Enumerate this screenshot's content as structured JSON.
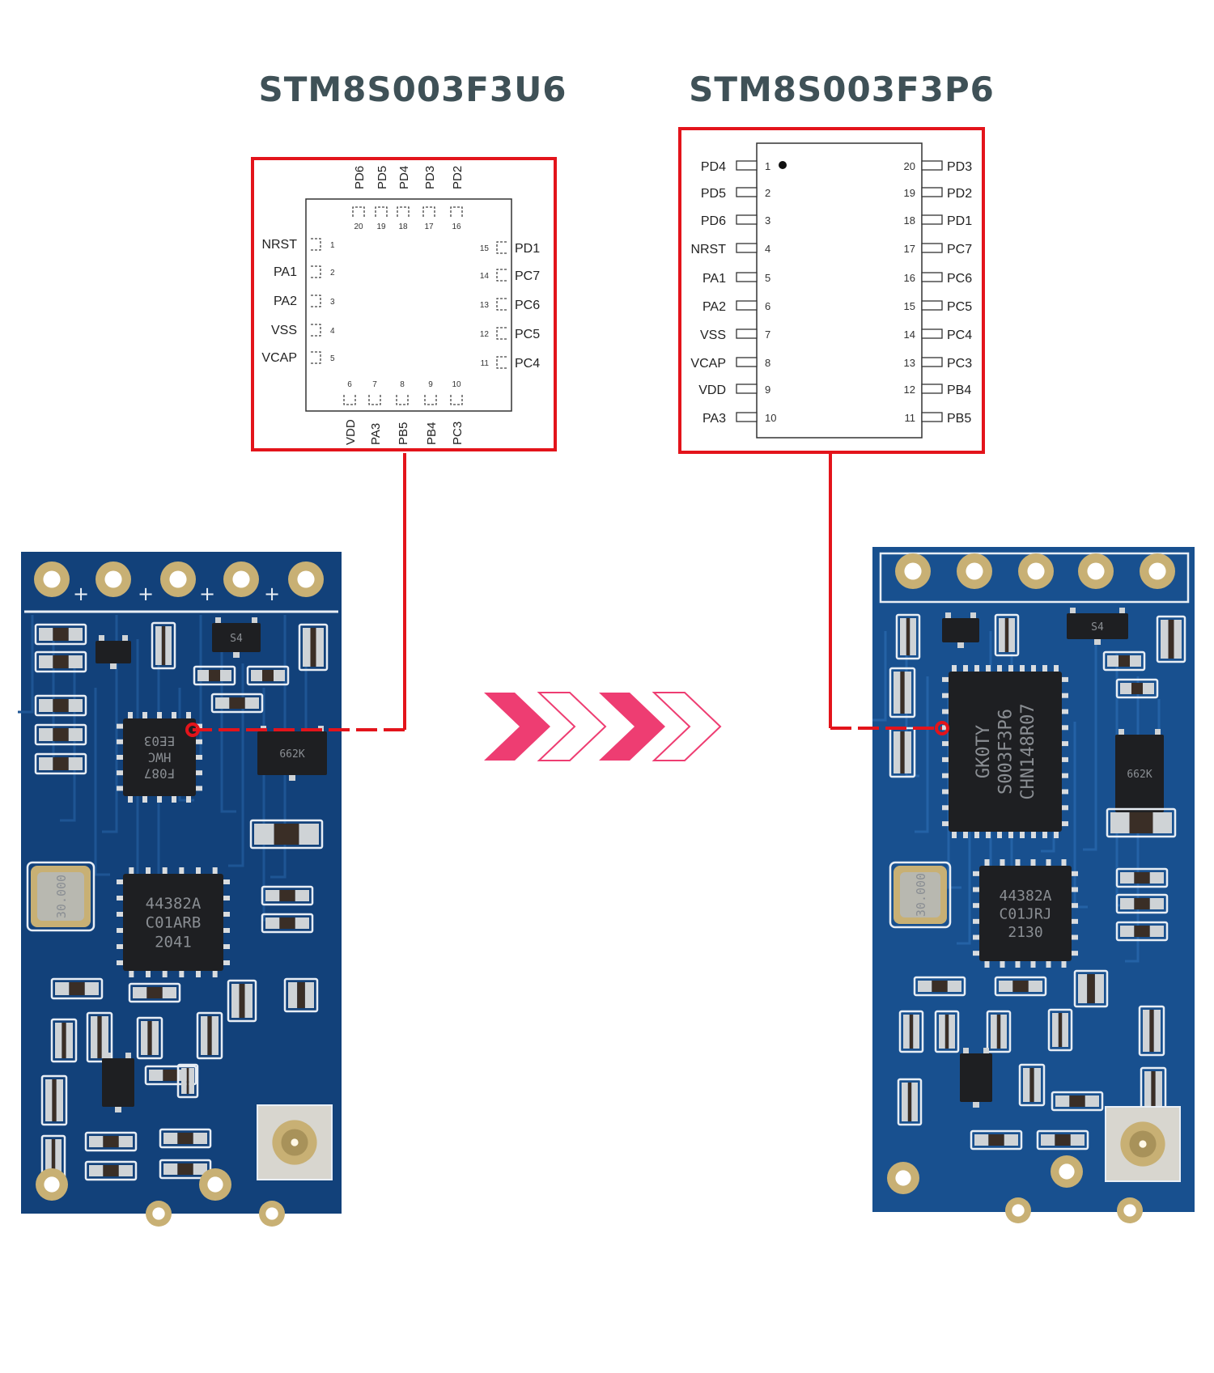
{
  "left": {
    "title": "STM8S003F3U6",
    "package": "qfn20",
    "pins_top": [
      {
        "num": "20",
        "label": "PD6"
      },
      {
        "num": "19",
        "label": "PD5"
      },
      {
        "num": "18",
        "label": "PD4"
      },
      {
        "num": "17",
        "label": "PD3"
      },
      {
        "num": "16",
        "label": "PD2"
      }
    ],
    "pins_left": [
      {
        "num": "1",
        "label": "NRST"
      },
      {
        "num": "2",
        "label": "PA1"
      },
      {
        "num": "3",
        "label": "PA2"
      },
      {
        "num": "4",
        "label": "VSS"
      },
      {
        "num": "5",
        "label": "VCAP"
      }
    ],
    "pins_right": [
      {
        "num": "15",
        "label": "PD1"
      },
      {
        "num": "14",
        "label": "PC7"
      },
      {
        "num": "13",
        "label": "PC6"
      },
      {
        "num": "12",
        "label": "PC5"
      },
      {
        "num": "11",
        "label": "PC4"
      }
    ],
    "pins_bottom": [
      {
        "num": "6",
        "label": "VDD"
      },
      {
        "num": "7",
        "label": "PA3"
      },
      {
        "num": "8",
        "label": "PB5"
      },
      {
        "num": "9",
        "label": "PB4"
      },
      {
        "num": "10",
        "label": "PC3"
      }
    ],
    "board": {
      "mcu_markings": [
        "F087",
        "HWC",
        "EE03"
      ],
      "rf_chip_markings": [
        "44382A",
        "C01ARB",
        "2041"
      ],
      "crystal_markings": [
        "30.000"
      ],
      "regulator_marking": "662K",
      "transistor_marking": "S4"
    }
  },
  "right": {
    "title": "STM8S003F3P6",
    "package": "tssop20",
    "pins_left": [
      {
        "num": "1",
        "label": "PD4"
      },
      {
        "num": "2",
        "label": "PD5"
      },
      {
        "num": "3",
        "label": "PD6"
      },
      {
        "num": "4",
        "label": "NRST"
      },
      {
        "num": "5",
        "label": "PA1"
      },
      {
        "num": "6",
        "label": "PA2"
      },
      {
        "num": "7",
        "label": "VSS"
      },
      {
        "num": "8",
        "label": "VCAP"
      },
      {
        "num": "9",
        "label": "VDD"
      },
      {
        "num": "10",
        "label": "PA3"
      }
    ],
    "pins_right": [
      {
        "num": "20",
        "label": "PD3"
      },
      {
        "num": "19",
        "label": "PD2"
      },
      {
        "num": "18",
        "label": "PD1"
      },
      {
        "num": "17",
        "label": "PC7"
      },
      {
        "num": "16",
        "label": "PC6"
      },
      {
        "num": "15",
        "label": "PC5"
      },
      {
        "num": "14",
        "label": "PC4"
      },
      {
        "num": "13",
        "label": "PC3"
      },
      {
        "num": "12",
        "label": "PB4"
      },
      {
        "num": "11",
        "label": "PB5"
      }
    ],
    "board": {
      "mcu_markings": [
        "GK0TY",
        "S003F3P6",
        "CHN148R07"
      ],
      "rf_chip_markings": [
        "44382A",
        "C01JRJ",
        "2130"
      ],
      "crystal_markings": [
        "30.000"
      ],
      "regulator_marking": "662K",
      "transistor_marking": "S4"
    }
  },
  "colors": {
    "title": "#3f5157",
    "highlight_box": "#e3141b",
    "arrow_solid": "#ee3d72",
    "arrow_outline": "#ee3d72",
    "pcb_left": "#12417a",
    "pcb_right": "#18508f",
    "silkscreen": "#e8eef5",
    "pad_gold": "#c8b074",
    "chip_black": "#1e1f22"
  },
  "icons": {
    "transition": "chevron-right-arrows-icon"
  }
}
